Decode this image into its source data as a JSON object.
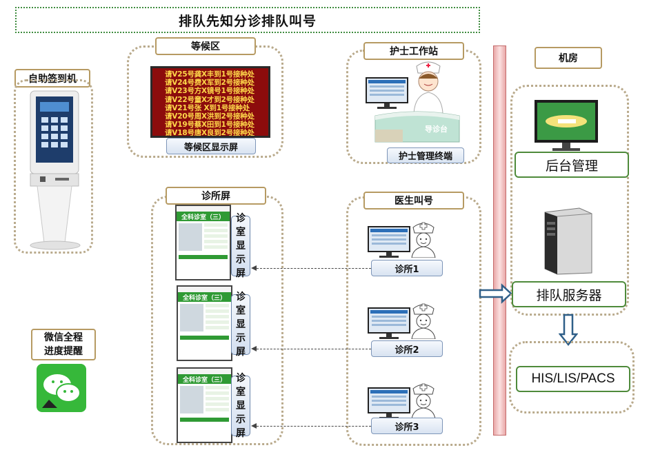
{
  "title": "排队先知分诊排队叫号",
  "waiting_area": {
    "label": "等候区",
    "screen_lines": [
      "请V25号龚X丰到1号接种处",
      "请V24号费X军到2号接种处",
      "请V23号方X镜号1号接种处",
      "请V22号童X才到2号接种处",
      "请V21号张   X到1号接种处",
      "请V20号周X洪到2号接种处",
      "请V19号蔡X田到1号接种处",
      "请V18号唐X良到2号接种处"
    ],
    "screen_caption": "等候区显示屏"
  },
  "kiosk": {
    "label": "自助签到机"
  },
  "wechat": {
    "label_line1": "微信全程",
    "label_line2": "进度提醒"
  },
  "clinic_screens": {
    "label": "诊所屏",
    "screen_title": "全科诊室（三）",
    "side_label": [
      "诊",
      "室",
      "显",
      "示",
      "屏"
    ],
    "count": 3
  },
  "nurse_station": {
    "label": "护士工作站",
    "desk_text": "导诊台",
    "terminal_caption": "护士管理终端"
  },
  "doctor_call": {
    "label": "医生叫号",
    "clinics": [
      "诊所1",
      "诊所2",
      "诊所3"
    ]
  },
  "server_room": {
    "label": "机房",
    "backend": "后台管理",
    "queue_server": "排队服务器",
    "his": "HIS/LIS/PACS"
  },
  "colors": {
    "title_border": "#3d8b3d",
    "group_border": "#b9aa8c",
    "label_border": "#b69a62",
    "green_border": "#4e8a3a",
    "bus_fill": "#f4c6c6",
    "led_bg": "#8c0c0c",
    "led_text": "#ffd84a"
  }
}
